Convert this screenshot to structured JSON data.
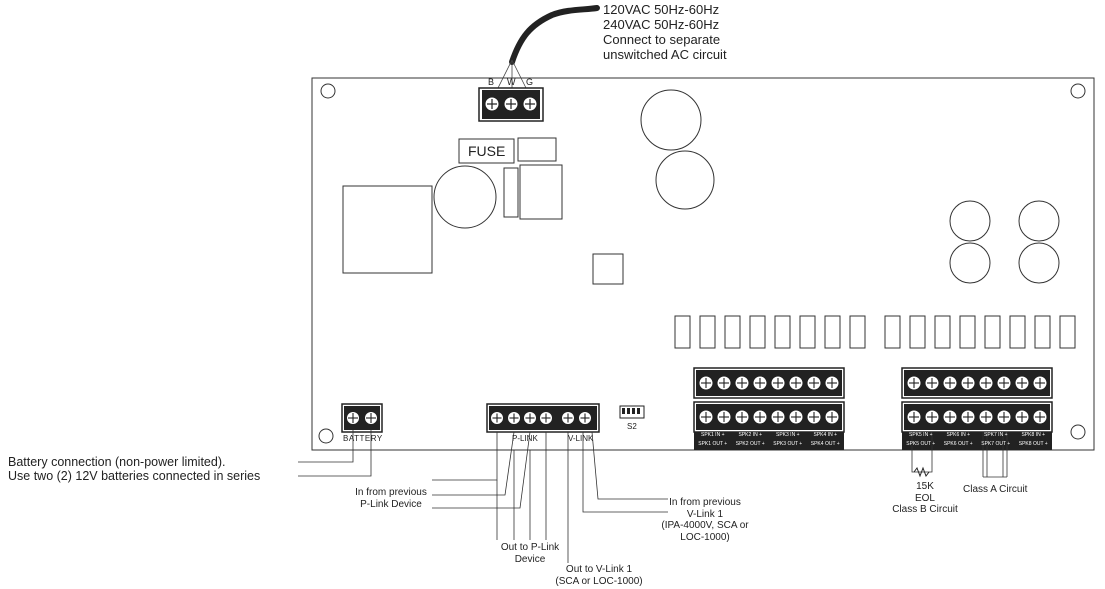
{
  "power_note": {
    "line1": "120VAC 50Hz-60Hz",
    "line2": "240VAC 50Hz-60Hz",
    "line3": "Connect to separate",
    "line4": "unswitched AC circuit"
  },
  "ac_terminals": [
    "B",
    "W",
    "G"
  ],
  "fuse_label": "FUSE",
  "battery_label": "BATTERY",
  "plink_label": "P-LINK",
  "vlink_label": "V-LINK",
  "dip_switch_label": "S2",
  "battery_note": {
    "line1": "Battery connection (non-power limited).",
    "line2": "Use two (2) 12V batteries connected in series"
  },
  "plink_in": {
    "line1": "In from previous",
    "line2": "P-Link Device"
  },
  "plink_out": {
    "line1": "Out to P-Link",
    "line2": "Device"
  },
  "vlink_out": {
    "line1": "Out to V-Link 1",
    "line2": "(SCA or LOC-1000)"
  },
  "vlink_in": {
    "line1": "In from previous",
    "line2": "V-Link 1",
    "line3": "(IPA-4000V, SCA or",
    "line4": "LOC-1000)"
  },
  "eol_note": {
    "line1": "15K",
    "line2": "EOL",
    "line3": "Class B Circuit"
  },
  "class_a_label": "Class A Circuit",
  "speaker_labels": {
    "in": [
      "SPK1 IN +",
      "SPK2 IN +",
      "SPK3 IN +",
      "SPK4 IN +",
      "SPK5 IN +",
      "SPK6 IN +",
      "SPK7 IN +",
      "SPK8 IN +"
    ],
    "out": [
      "SPK1 OUT +",
      "SPK2 OUT +",
      "SPK3 OUT +",
      "SPK4 OUT +",
      "SPK5 OUT +",
      "SPK6 OUT +",
      "SPK7 OUT +",
      "SPK8 OUT +"
    ]
  }
}
